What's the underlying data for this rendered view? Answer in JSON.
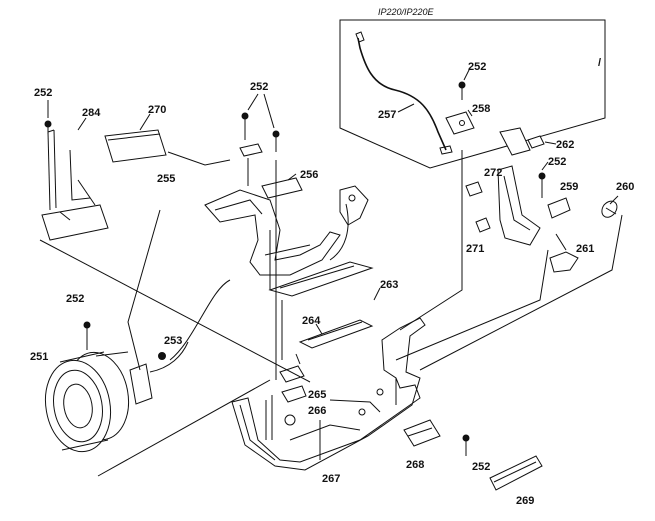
{
  "diagram": {
    "inset_title": "IP220/IP220E",
    "corner_mark": "/",
    "labels": {
      "p252_a": "252",
      "p284": "284",
      "p270": "270",
      "p252_b": "252",
      "p255": "255",
      "p256": "256",
      "p252_c": "252",
      "p257": "257",
      "p258": "258",
      "p262": "262",
      "p252_d": "252",
      "p272": "272",
      "p259": "259",
      "p260": "260",
      "p271": "271",
      "p261": "261",
      "p252_e": "252",
      "p253": "253",
      "p263": "263",
      "p264": "264",
      "p251": "251",
      "p265": "265",
      "p266": "266",
      "p267": "267",
      "p268": "268",
      "p252_f": "252",
      "p269": "269"
    }
  }
}
